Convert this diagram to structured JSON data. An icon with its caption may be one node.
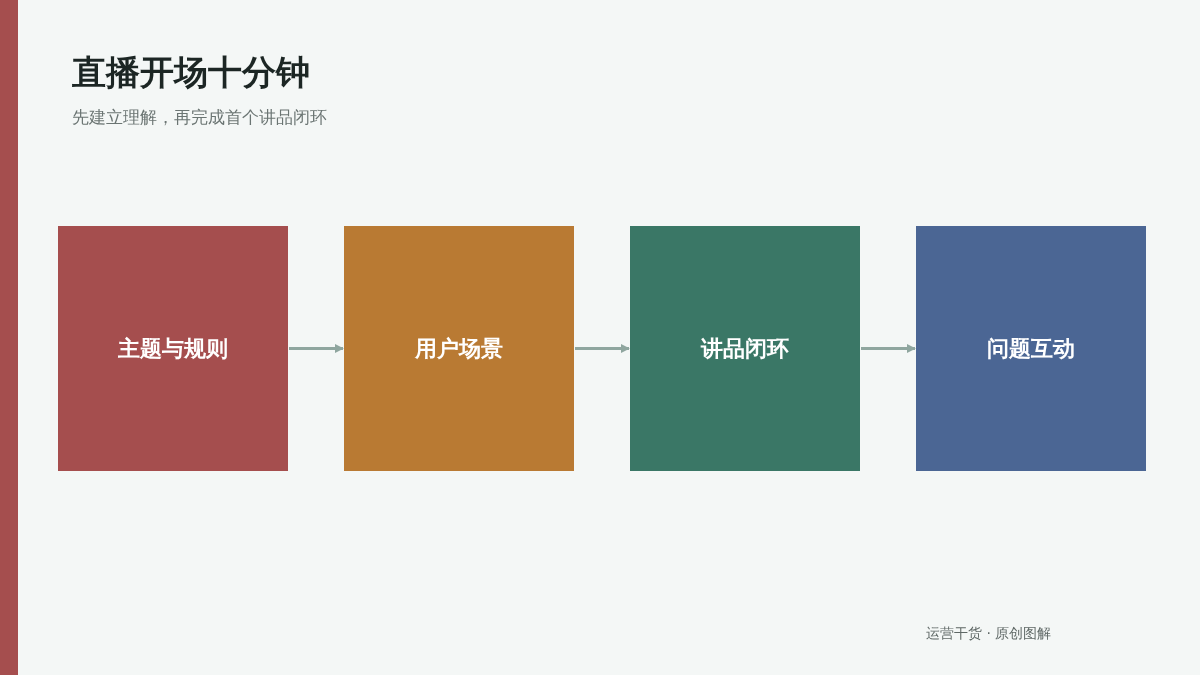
{
  "diagram": {
    "title": "直播开场十分钟",
    "caption": "先建立理解，再完成首个讲品闭环",
    "nodes": [
      {
        "text": [
          "主题与规则"
        ]
      },
      {
        "text": [
          "用户场景"
        ]
      },
      {
        "text": [
          "讲品闭环"
        ]
      },
      {
        "text": [
          "问题互动"
        ]
      }
    ],
    "edges": [
      {
        "from": 0,
        "to": 1,
        "arrow": "to"
      },
      {
        "from": 1,
        "to": 2,
        "arrow": "to"
      },
      {
        "from": 2,
        "to": 3,
        "arrow": "to"
      }
    ],
    "labels": [
      "运营干货 · 原创图解"
    ]
  }
}
